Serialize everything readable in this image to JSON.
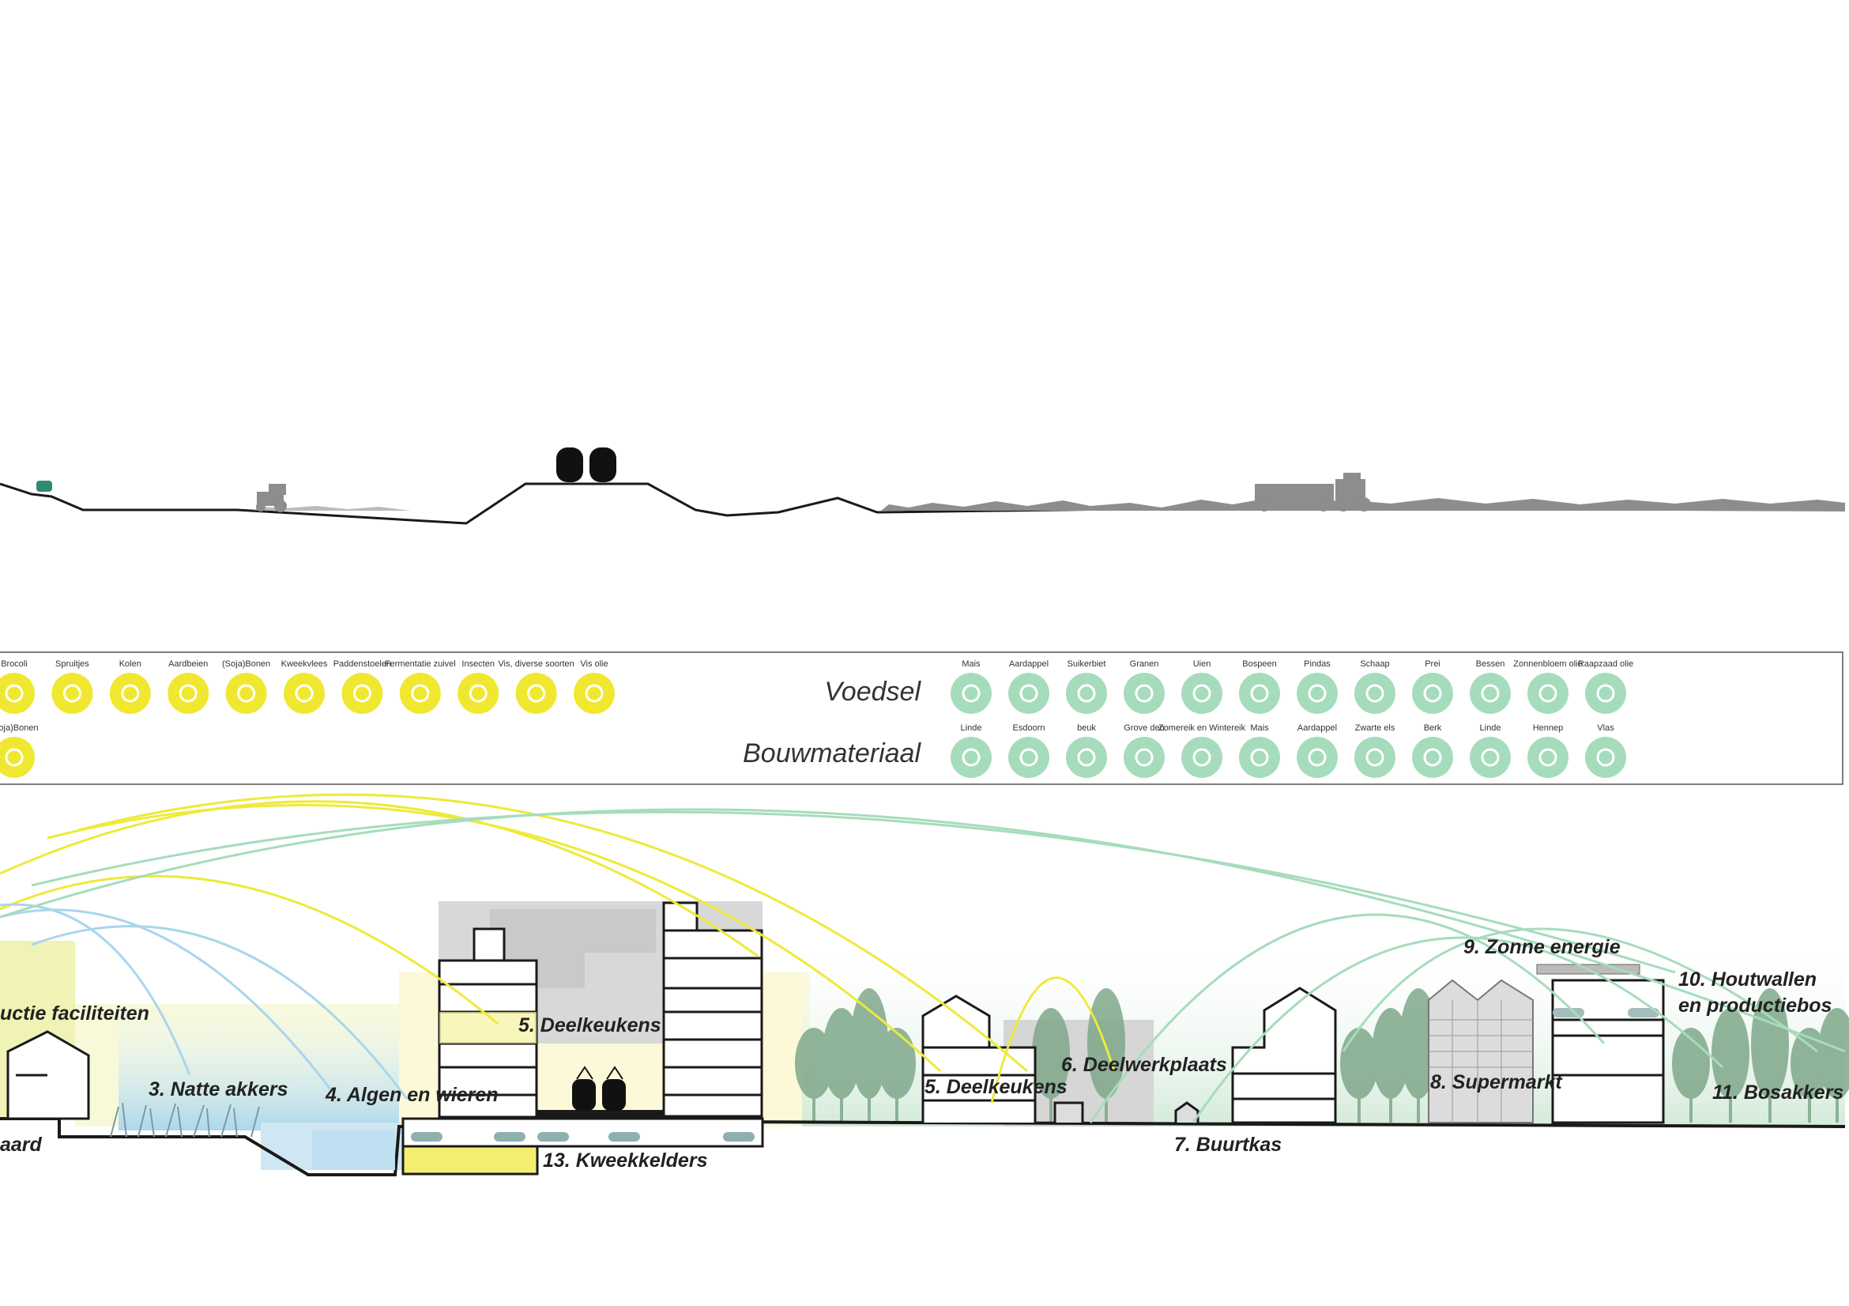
{
  "colors": {
    "yellow": "#f0e830",
    "green": "#a6dcbc",
    "blue": "#a9d6ec",
    "line": "#1a1a1a",
    "gray": "#9a9a9a",
    "tree": "#7fa88a"
  },
  "legend": {
    "food_heading": "Voedsel",
    "material_heading": "Bouwmateriaal",
    "yellow_food": [
      {
        "label": "Brocoli",
        "icon": "broccoli-icon"
      },
      {
        "label": "Spruitjes",
        "icon": "sprouts-icon"
      },
      {
        "label": "Kolen",
        "icon": "cabbage-icon"
      },
      {
        "label": "Aardbeien",
        "icon": "strawberry-icon"
      },
      {
        "label": "(Soja)Bonen",
        "icon": "beans-icon"
      },
      {
        "label": "Kweekvlees",
        "icon": "meat-icon"
      },
      {
        "label": "Paddenstoelen",
        "icon": "mushroom-icon"
      },
      {
        "label": "Fermentatie zuivel",
        "icon": "milk-bottle-icon"
      },
      {
        "label": "Insecten",
        "icon": "insect-icon"
      },
      {
        "label": "Vis, diverse soorten",
        "icon": "fish-icon"
      },
      {
        "label": "Vis olie",
        "icon": "oil-bottle-icon"
      }
    ],
    "yellow_material": [
      {
        "label": "(Soja)Bonen",
        "icon": "beans-icon"
      }
    ],
    "green_food": [
      {
        "label": "Mais",
        "icon": "corn-icon"
      },
      {
        "label": "Aardappel",
        "icon": "potato-icon"
      },
      {
        "label": "Suikerbiet",
        "icon": "beet-icon"
      },
      {
        "label": "Granen",
        "icon": "grain-icon"
      },
      {
        "label": "Uien",
        "icon": "onion-icon"
      },
      {
        "label": "Bospeen",
        "icon": "carrot-icon"
      },
      {
        "label": "Pindas",
        "icon": "peanut-icon"
      },
      {
        "label": "Schaap",
        "icon": "meat-icon"
      },
      {
        "label": "Prei",
        "icon": "leek-icon"
      },
      {
        "label": "Bessen",
        "icon": "berries-icon"
      },
      {
        "label": "Zonnenbloem olie",
        "icon": "oil-bottle-icon"
      },
      {
        "label": "Raapzaad olie",
        "icon": "oil-bottle-icon"
      }
    ],
    "green_material": [
      {
        "label": "Linde",
        "icon": "tree-icon"
      },
      {
        "label": "Esdoorn",
        "icon": "tree-icon"
      },
      {
        "label": "beuk",
        "icon": "tree-icon"
      },
      {
        "label": "Grove den",
        "icon": "pine-icon"
      },
      {
        "label": "Zomereik en Wintereik",
        "icon": "tree-icon"
      },
      {
        "label": "Mais",
        "icon": "corn-icon"
      },
      {
        "label": "Aardappel",
        "icon": "potato-icon"
      },
      {
        "label": "Zwarte els",
        "icon": "tree-icon"
      },
      {
        "label": "Berk",
        "icon": "tree-icon"
      },
      {
        "label": "Linde",
        "icon": "tree-icon"
      },
      {
        "label": "Hennep",
        "icon": "hemp-icon"
      },
      {
        "label": "Vlas",
        "icon": "flax-icon"
      }
    ]
  },
  "section_labels": {
    "productie": "uctie faciliteiten",
    "boomgaard": "aard",
    "natte_akkers": "3. Natte akkers",
    "algen": "4. Algen en wieren",
    "deelkeukens_1": "5. Deelkeukens",
    "deelkeukens_2": "5. Deelkeukens",
    "deelwerkplaats": "6. Deelwerkplaats",
    "buurtkas": "7. Buurtkas",
    "supermarkt": "8. Supermarkt",
    "zonne_energie": "9. Zonne energie",
    "houtwallen_1": "10. Houtwallen",
    "houtwallen_2": "en productiebos",
    "bosakkers": "11. Bosakkers",
    "kweekkelders": "13. Kweekkelders"
  }
}
